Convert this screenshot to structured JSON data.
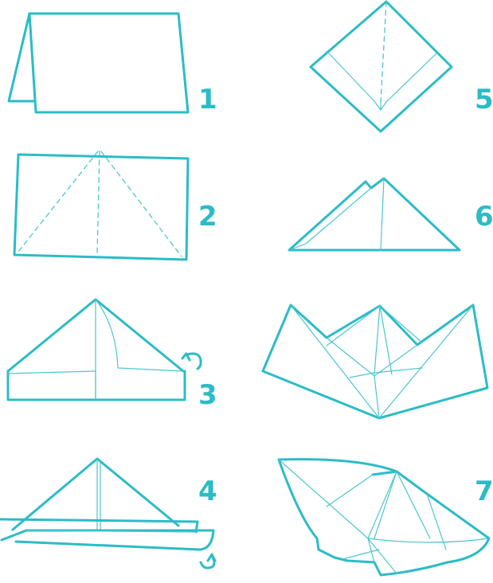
{
  "colors": {
    "line": "#2bbcc6",
    "fold_line": "#4cc6cf",
    "label": "#2bbcc6",
    "background": "#ffffff"
  },
  "steps": [
    {
      "number": "1"
    },
    {
      "number": "2"
    },
    {
      "number": "3"
    },
    {
      "number": "4"
    },
    {
      "number": "5"
    },
    {
      "number": "6"
    },
    {
      "number": "7"
    }
  ]
}
